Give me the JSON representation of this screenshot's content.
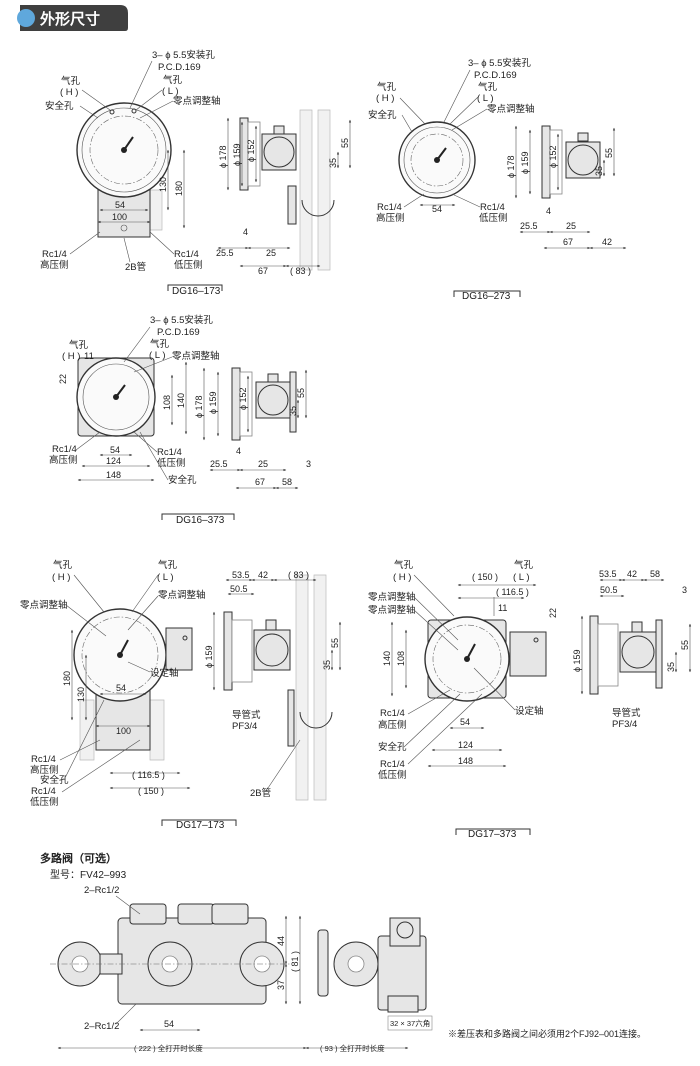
{
  "header": {
    "title": "外形尺寸"
  },
  "colors": {
    "accent": "#5fa8dc",
    "header_bg": "#3f3f3f"
  },
  "dg16_173": {
    "name": "DG16–173",
    "mount_hole": "3– ϕ 5.5安装孔",
    "pcd": "P.C.D.169",
    "vent_h": "气孔",
    "vent_h_mark": "( H )",
    "vent_l": "气孔",
    "vent_l_mark": "( L )",
    "safety_hole": "安全孔",
    "zero_shaft": "零点调整轴",
    "port_high": "Rc1/4",
    "port_high_side": "高压侧",
    "port_low": "Rc1/4",
    "port_low_side": "低压侧",
    "pipe": "2B管",
    "dims": {
      "d54": "54",
      "d100": "100",
      "d130": "130",
      "d180": "180",
      "phi178": "ϕ 178",
      "phi159": "ϕ 159",
      "phi152": "ϕ 152",
      "d55": "55",
      "d35": "35",
      "d4": "4",
      "d25a": "25.5",
      "d25": "25",
      "d67": "67",
      "d83": "( 83 )"
    }
  },
  "dg16_273": {
    "name": "DG16–273",
    "mount_hole": "3– ϕ 5.5安装孔",
    "pcd": "P.C.D.169",
    "vent_h": "气孔",
    "vent_h_mark": "( H )",
    "vent_l": "气孔",
    "vent_l_mark": "( L )",
    "safety_hole": "安全孔",
    "zero_shaft": "零点调整轴",
    "port_high": "Rc1/4",
    "port_high_side": "高压侧",
    "port_low": "Rc1/4",
    "port_low_side": "低压侧",
    "dims": {
      "d54": "54",
      "phi178": "ϕ 178",
      "phi159": "ϕ 159",
      "phi152": "ϕ 152",
      "d55": "55",
      "d35": "35",
      "d4": "4",
      "d25a": "25.5",
      "d25": "25",
      "d67": "67",
      "d42": "42"
    }
  },
  "dg16_373": {
    "name": "DG16–373",
    "mount_hole": "3– ϕ 5.5安装孔",
    "pcd": "P.C.D.169",
    "vent_h": "气孔",
    "vent_h_mark": "( H )",
    "d11": "11",
    "vent_l": "气孔",
    "vent_l_mark": "( L )",
    "zero_shaft": "零点调整轴",
    "port_high": "Rc1/4",
    "port_high_side": "高压侧",
    "port_low": "Rc1/4",
    "port_low_side": "低压侧",
    "safety_hole": "安全孔",
    "dims": {
      "d22": "22",
      "d108": "108",
      "d140": "140",
      "d54": "54",
      "d124": "124",
      "d148": "148",
      "phi178": "ϕ 178",
      "phi159": "ϕ 159",
      "phi152": "ϕ 152",
      "d55": "55",
      "d35": "35",
      "d4": "4",
      "d25a": "25.5",
      "d25": "25",
      "d3": "3",
      "d67": "67",
      "d58": "58"
    }
  },
  "dg17_173": {
    "name": "DG17–173",
    "vent_h": "气孔",
    "vent_h_mark": "( H )",
    "vent_l": "气孔",
    "vent_l_mark": "( L )",
    "zero_shaft_l": "零点调整轴",
    "zero_shaft_r": "零点调整轴",
    "set_shaft": "设定轴",
    "port_high": "Rc1/4",
    "port_high_side": "高压侧",
    "safety_hole": "安全孔",
    "port_low": "Rc1/4",
    "port_low_side": "低压侧",
    "conduit": "导管式",
    "conduit_spec": "PF3/4",
    "pipe": "2B管",
    "dims": {
      "d180": "180",
      "d130": "130",
      "d54": "54",
      "d100": "100",
      "d116": "( 116.5 )",
      "d150": "( 150 )",
      "phi159": "ϕ 159",
      "d53": "53.5",
      "d42": "42",
      "d83": "( 83 )",
      "d50": "50.5",
      "d55": "55",
      "d35": "35"
    }
  },
  "dg17_373": {
    "name": "DG17–373",
    "vent_h": "气孔",
    "vent_h_mark": "( H )",
    "vent_l": "气孔",
    "vent_l_mark": "( L )",
    "zero_shaft_1": "零点调整轴",
    "zero_shaft_2": "零点调整轴",
    "set_shaft": "设定轴",
    "port_high": "Rc1/4",
    "port_high_side": "高压侧",
    "safety_hole": "安全孔",
    "port_low": "Rc1/4",
    "port_low_side": "低压侧",
    "conduit": "导管式",
    "conduit_spec": "PF3/4",
    "dims": {
      "d150": "( 150 )",
      "d116": "( 116.5 )",
      "d11": "11",
      "d22": "22",
      "d140": "140",
      "d108": "108",
      "d54": "54",
      "d124": "124",
      "d148": "148",
      "phi159": "ϕ 159",
      "d53": "53.5",
      "d42": "42",
      "d58": "58",
      "d50": "50.5",
      "d3": "3",
      "d55": "55",
      "d35": "35"
    }
  },
  "valve": {
    "title": "多路阀（可选）",
    "model": "型号：FV42–993",
    "port_top": "2–Rc1/2",
    "port_bottom": "2–Rc1/2",
    "d54": "54",
    "d44": "44",
    "d37": "37",
    "d81": "( 81 )",
    "hex": "32 × 37六角",
    "open_len_222": "( 222 ) 全打开时长度",
    "open_len_93": "( 93 ) 全打开时长度"
  },
  "note": "※差压表和多路阀之间必须用2个FJ92–001连接。"
}
